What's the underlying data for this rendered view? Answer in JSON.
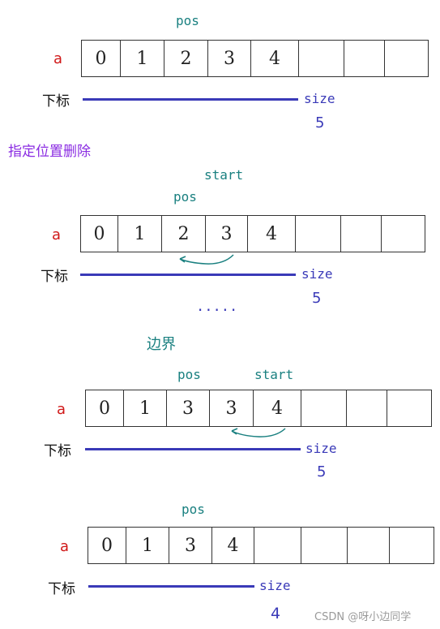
{
  "labels": {
    "pos": "pos",
    "start": "start",
    "a": "a",
    "index": "下标",
    "size": "size",
    "heading": "指定位置删除",
    "ellipsis": ".....",
    "boundary": "边界",
    "watermark": "CSDN @呀小边同学"
  },
  "panels": [
    {
      "cells": [
        "0",
        "1",
        "2",
        "3",
        "4",
        "",
        "",
        ""
      ],
      "size_value": "5"
    },
    {
      "cells": [
        "0",
        "1",
        "2",
        "3",
        "4",
        "",
        "",
        ""
      ],
      "size_value": "5"
    },
    {
      "cells": [
        "0",
        "1",
        "3",
        "3",
        "4",
        "",
        "",
        ""
      ],
      "size_value": "5"
    },
    {
      "cells": [
        "0",
        "1",
        "3",
        "4",
        "",
        "",
        "",
        ""
      ],
      "size_value": "4"
    }
  ],
  "colors": {
    "teal": "#1a8080",
    "blue": "#3a3ab8",
    "red": "#d01818",
    "purple": "#8a2be2"
  }
}
